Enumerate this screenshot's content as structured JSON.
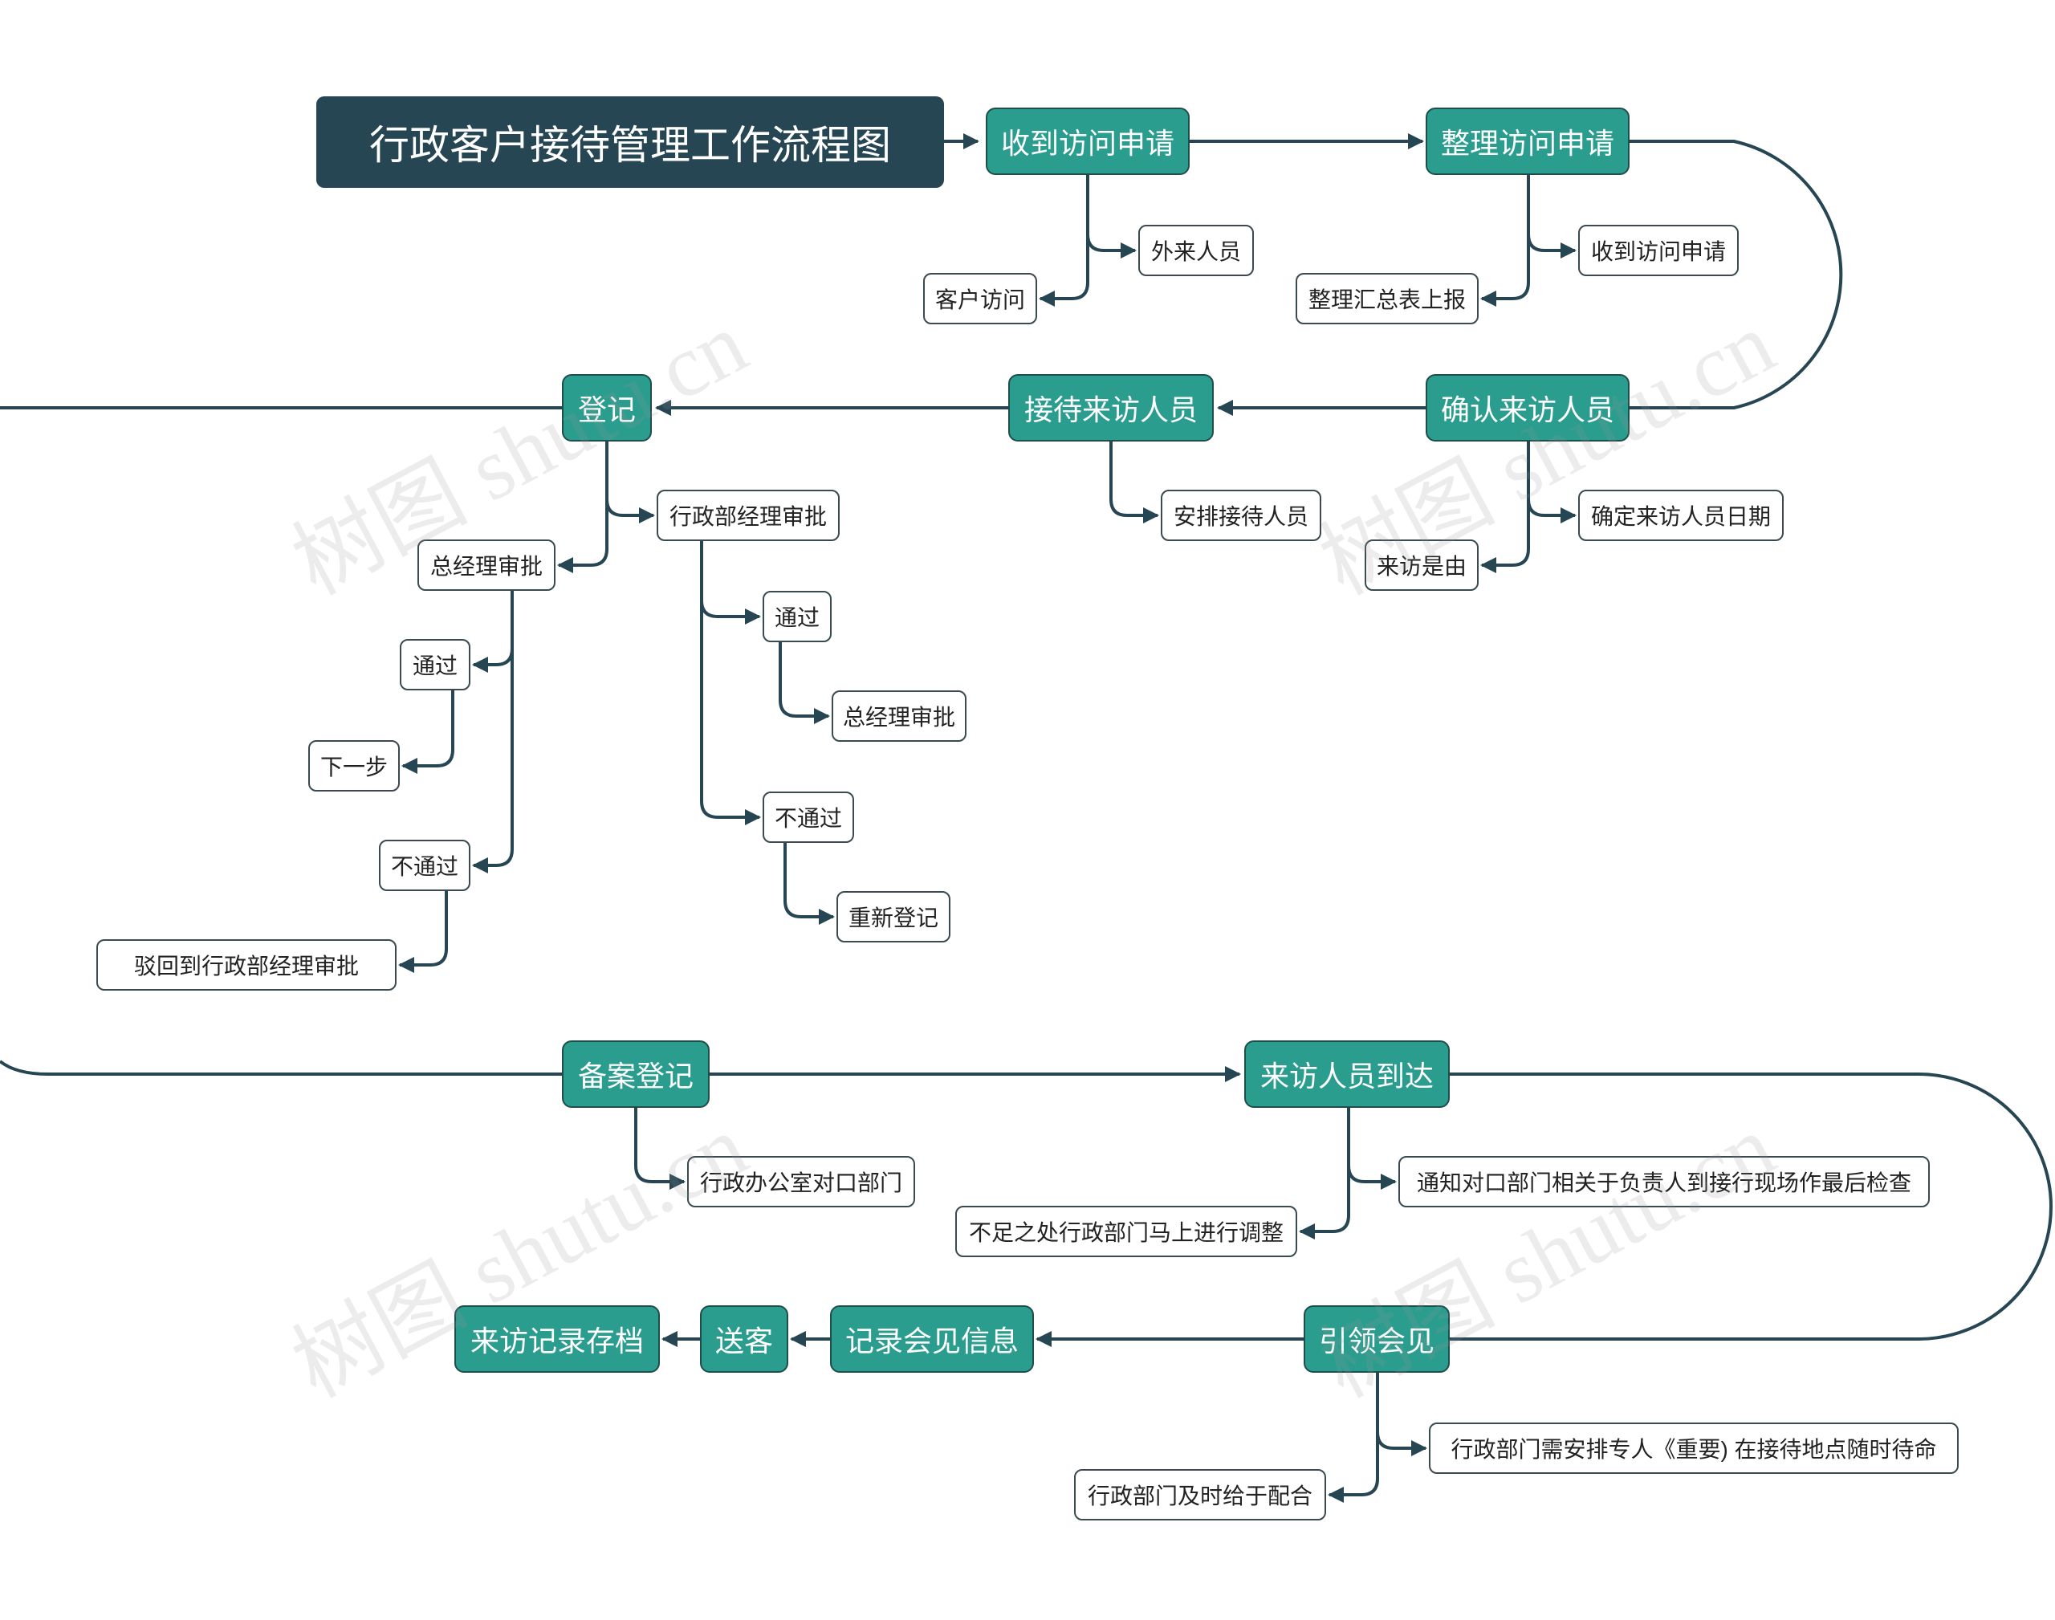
{
  "title": "行政客户接待管理工作流程图",
  "watermark": "树图 shutu.cn",
  "colors": {
    "title_bg": "#264653",
    "main_bg": "#2a9d8f",
    "line": "#264653"
  },
  "steps": {
    "receive": "收到访问申请",
    "organize": "整理访问申请",
    "confirm": "确认来访人员",
    "reception": "接待来访人员",
    "register": "登记",
    "archive_register": "备案登记",
    "arrival": "来访人员到达",
    "guide_meet": "引领会见",
    "record_meet": "记录会见信息",
    "send_off": "送客",
    "archive_record": "来访记录存档"
  },
  "details": {
    "outsider": "外来人员",
    "client_visit": "客户访问",
    "received_app": "收到访问申请",
    "summary_report": "整理汇总表上报",
    "confirm_date": "确定来访人员日期",
    "visit_reason": "来访是由",
    "arrange_staff": "安排接待人员",
    "admin_mgr_approve": "行政部经理审批",
    "gm_approve_left": "总经理审批",
    "pass_left": "通过",
    "next_step": "下一步",
    "fail_left": "不通过",
    "reject_back": "驳回到行政部经理审批",
    "pass_mid": "通过",
    "gm_approve_mid": "总经理审批",
    "fail_mid": "不通过",
    "re_register": "重新登记",
    "admin_office_dept": "行政办公室对口部门",
    "notify_dept": "通知对口部门相关于负责人到接行现场作最后检查",
    "adjust": "不足之处行政部门马上进行调整",
    "special_staff": "行政部门需安排专人《重要) 在接待地点随时待命",
    "cooperate": "行政部门及时给于配合"
  }
}
